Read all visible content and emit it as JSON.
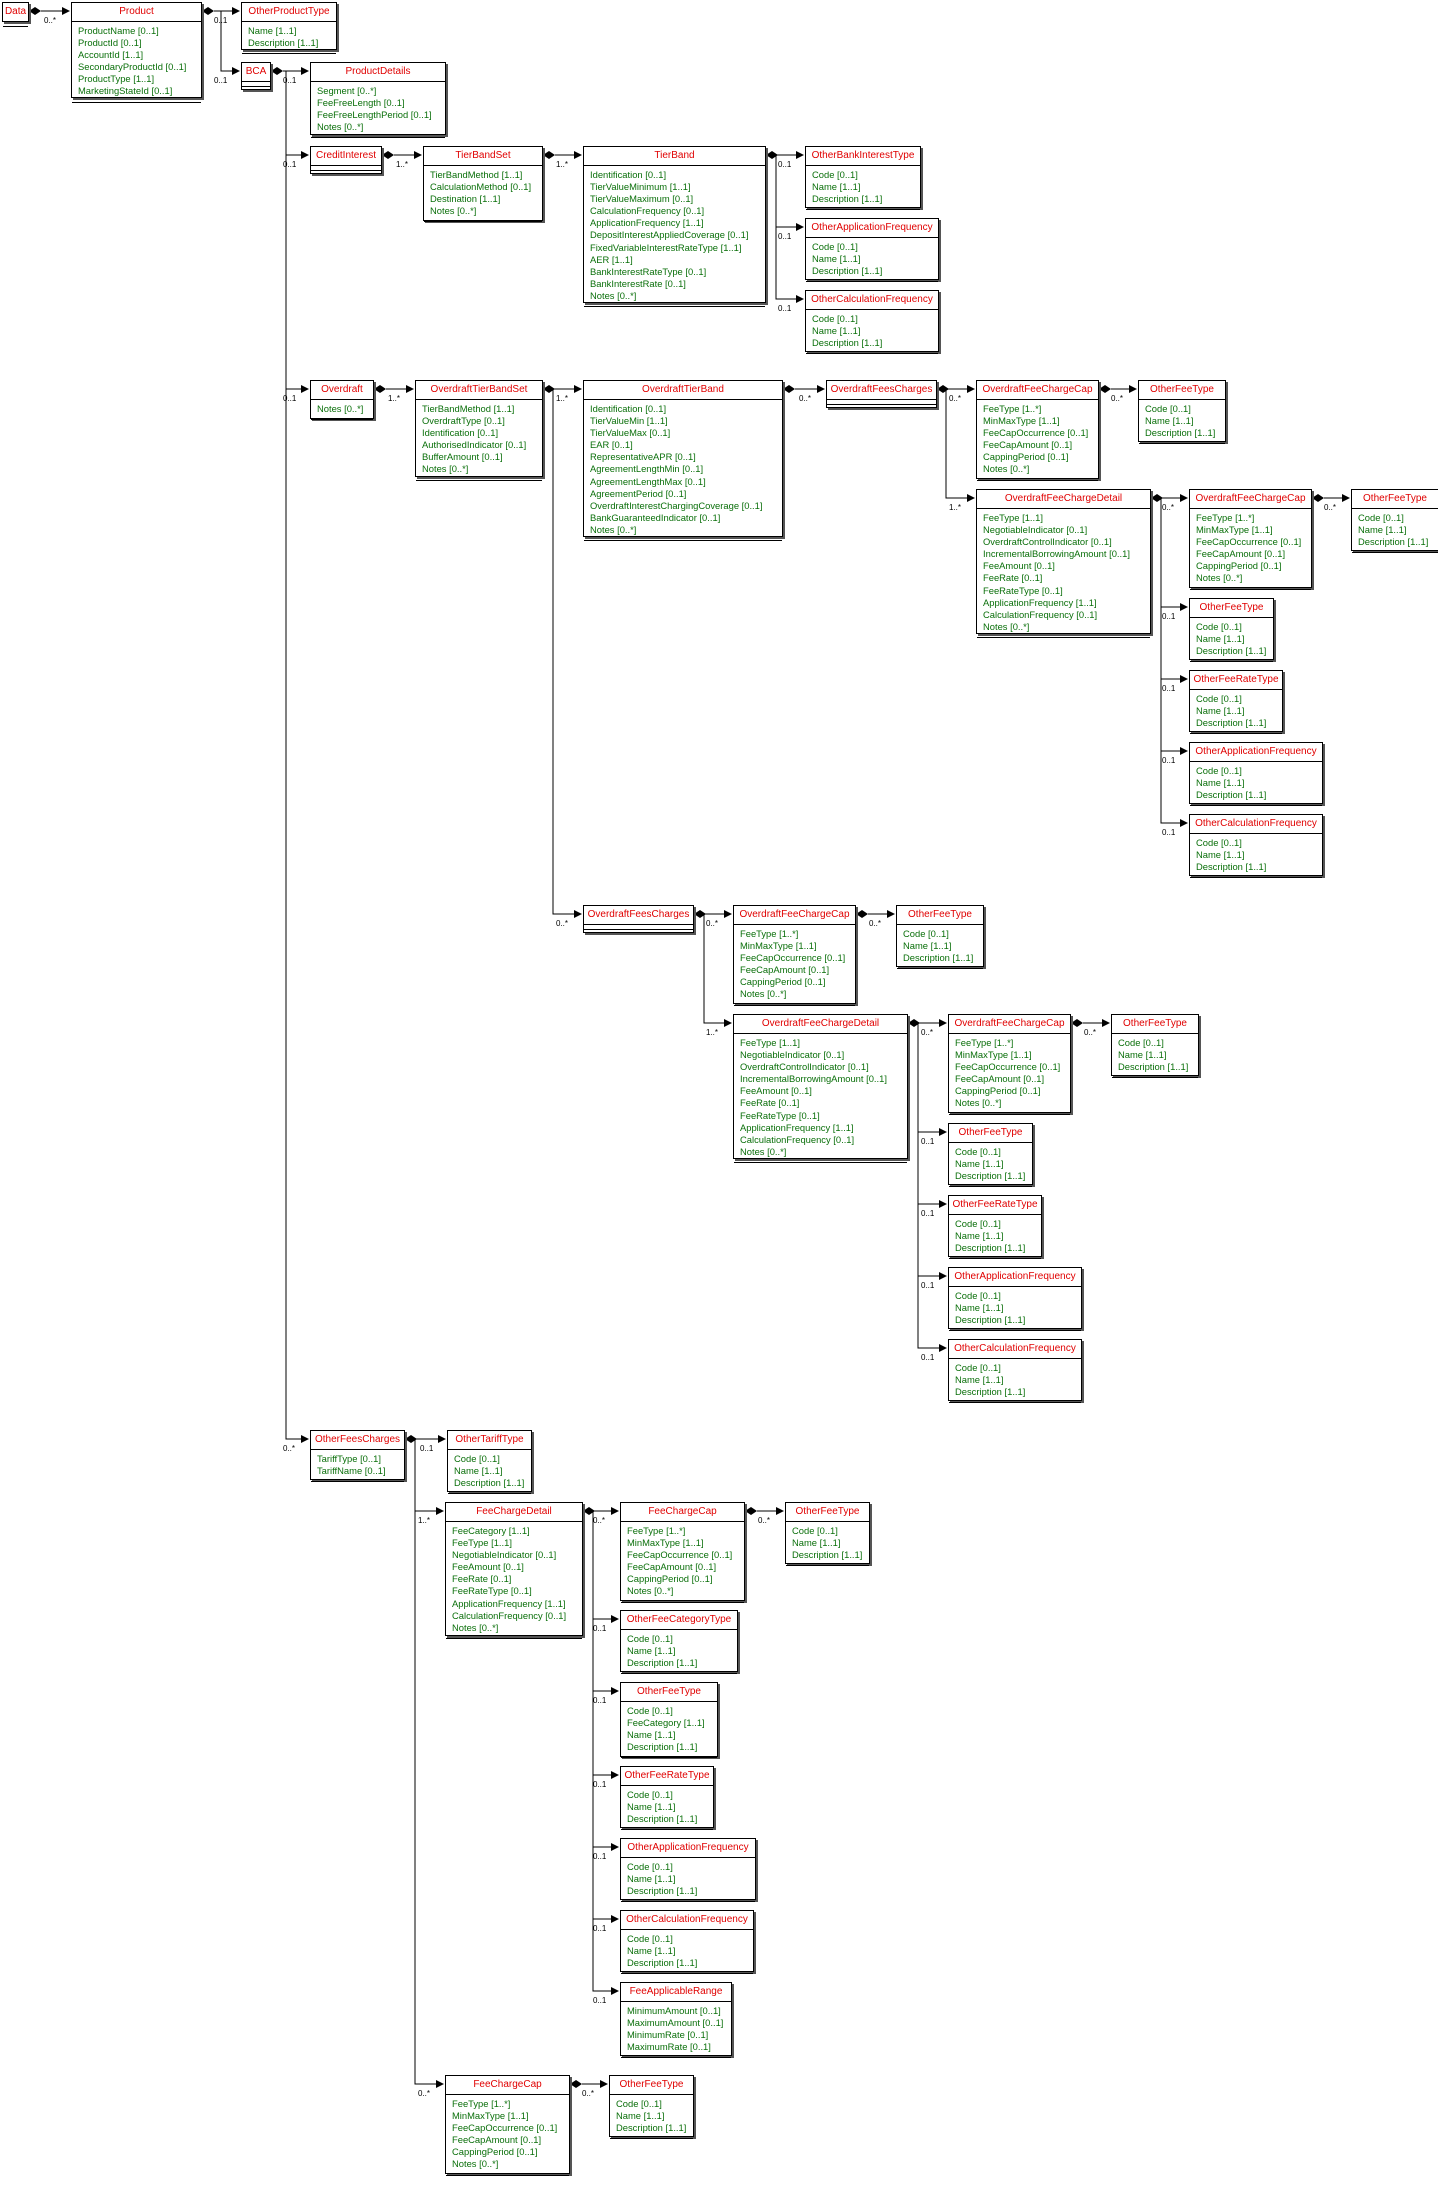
{
  "classes": {
    "data": {
      "name": "Data",
      "attrs": []
    },
    "product": {
      "name": "Product",
      "attrs": [
        "ProductName [0..1]",
        "ProductId [0..1]",
        "AccountId [1..1]",
        "SecondaryProductId [0..1]",
        "ProductType [1..1]",
        "MarketingStateId [0..1]"
      ]
    },
    "other_product_type": {
      "name": "OtherProductType",
      "attrs": [
        "Name [1..1]",
        "Description [1..1]"
      ]
    },
    "bca": {
      "name": "BCA",
      "attrs": []
    },
    "product_details": {
      "name": "ProductDetails",
      "attrs": [
        "Segment [0..*]",
        "FeeFreeLength [0..1]",
        "FeeFreeLengthPeriod [0..1]",
        "Notes [0..*]"
      ]
    },
    "credit_interest": {
      "name": "CreditInterest",
      "attrs": []
    },
    "tier_band_set": {
      "name": "TierBandSet",
      "attrs": [
        "TierBandMethod [1..1]",
        "CalculationMethod [0..1]",
        "Destination [1..1]",
        "Notes [0..*]"
      ]
    },
    "tier_band": {
      "name": "TierBand",
      "attrs": [
        "Identification [0..1]",
        "TierValueMinimum [1..1]",
        "TierValueMaximum [0..1]",
        "CalculationFrequency [0..1]",
        "ApplicationFrequency [1..1]",
        "DepositInterestAppliedCoverage [0..1]",
        "FixedVariableInterestRateType [1..1]",
        "AER [1..1]",
        "BankInterestRateType [0..1]",
        "BankInterestRate [0..1]",
        "Notes [0..*]"
      ]
    },
    "tb_other_bank_interest_type": {
      "name": "OtherBankInterestType",
      "attrs": [
        "Code [0..1]",
        "Name [1..1]",
        "Description [1..1]"
      ]
    },
    "tb_other_app_freq": {
      "name": "OtherApplicationFrequency",
      "attrs": [
        "Code [0..1]",
        "Name [1..1]",
        "Description [1..1]"
      ]
    },
    "tb_other_calc_freq": {
      "name": "OtherCalculationFrequency",
      "attrs": [
        "Code [0..1]",
        "Name [1..1]",
        "Description [1..1]"
      ]
    },
    "overdraft": {
      "name": "Overdraft",
      "attrs": [
        "Notes [0..*]"
      ]
    },
    "od_tier_band_set": {
      "name": "OverdraftTierBandSet",
      "attrs": [
        "TierBandMethod [1..1]",
        "OverdraftType [0..1]",
        "Identification [0..1]",
        "AuthorisedIndicator [0..1]",
        "BufferAmount [0..1]",
        "Notes [0..*]"
      ]
    },
    "od_tier_band": {
      "name": "OverdraftTierBand",
      "attrs": [
        "Identification [0..1]",
        "TierValueMin [1..1]",
        "TierValueMax [0..1]",
        "EAR [0..1]",
        "RepresentativeAPR [0..1]",
        "AgreementLengthMin [0..1]",
        "AgreementLengthMax [0..1]",
        "AgreementPeriod [0..1]",
        "OverdraftInterestChargingCoverage [0..1]",
        "BankGuaranteedIndicator [0..1]",
        "Notes [0..*]"
      ]
    },
    "odtb_fees_charges": {
      "name": "OverdraftFeesCharges",
      "attrs": []
    },
    "odtb_fee_charge_cap": {
      "name": "OverdraftFeeChargeCap",
      "attrs": [
        "FeeType [1..*]",
        "MinMaxType [1..1]",
        "FeeCapOccurrence [0..1]",
        "FeeCapAmount [0..1]",
        "CappingPeriod [0..1]",
        "Notes [0..*]"
      ]
    },
    "odtb_cap_other_fee_type": {
      "name": "OtherFeeType",
      "attrs": [
        "Code [0..1]",
        "Name [1..1]",
        "Description [1..1]"
      ]
    },
    "odtb_fee_charge_detail": {
      "name": "OverdraftFeeChargeDetail",
      "attrs": [
        "FeeType [1..1]",
        "NegotiableIndicator [0..1]",
        "OverdraftControlIndicator [0..1]",
        "IncrementalBorrowingAmount [0..1]",
        "FeeAmount [0..1]",
        "FeeRate [0..1]",
        "FeeRateType [0..1]",
        "ApplicationFrequency [1..1]",
        "CalculationFrequency [0..1]",
        "Notes [0..*]"
      ]
    },
    "odtb_det_fee_charge_cap": {
      "name": "OverdraftFeeChargeCap",
      "attrs": [
        "FeeType [1..*]",
        "MinMaxType [1..1]",
        "FeeCapOccurrence [0..1]",
        "FeeCapAmount [0..1]",
        "CappingPeriod [0..1]",
        "Notes [0..*]"
      ]
    },
    "odtb_det_cap_other_fee_type": {
      "name": "OtherFeeType",
      "attrs": [
        "Code [0..1]",
        "Name [1..1]",
        "Description [1..1]"
      ]
    },
    "odtb_det_other_fee_type": {
      "name": "OtherFeeType",
      "attrs": [
        "Code [0..1]",
        "Name [1..1]",
        "Description [1..1]"
      ]
    },
    "odtb_det_other_fee_rate_type": {
      "name": "OtherFeeRateType",
      "attrs": [
        "Code [0..1]",
        "Name [1..1]",
        "Description [1..1]"
      ]
    },
    "odtb_det_other_app_freq": {
      "name": "OtherApplicationFrequency",
      "attrs": [
        "Code [0..1]",
        "Name [1..1]",
        "Description [1..1]"
      ]
    },
    "odtb_det_other_calc_freq": {
      "name": "OtherCalculationFrequency",
      "attrs": [
        "Code [0..1]",
        "Name [1..1]",
        "Description [1..1]"
      ]
    },
    "od_fees_charges": {
      "name": "OverdraftFeesCharges",
      "attrs": []
    },
    "od_fee_charge_cap": {
      "name": "OverdraftFeeChargeCap",
      "attrs": [
        "FeeType [1..*]",
        "MinMaxType [1..1]",
        "FeeCapOccurrence [0..1]",
        "FeeCapAmount [0..1]",
        "CappingPeriod [0..1]",
        "Notes [0..*]"
      ]
    },
    "od_cap_other_fee_type": {
      "name": "OtherFeeType",
      "attrs": [
        "Code [0..1]",
        "Name [1..1]",
        "Description [1..1]"
      ]
    },
    "od_fee_charge_detail": {
      "name": "OverdraftFeeChargeDetail",
      "attrs": [
        "FeeType [1..1]",
        "NegotiableIndicator [0..1]",
        "OverdraftControlIndicator [0..1]",
        "IncrementalBorrowingAmount [0..1]",
        "FeeAmount [0..1]",
        "FeeRate [0..1]",
        "FeeRateType [0..1]",
        "ApplicationFrequency [1..1]",
        "CalculationFrequency [0..1]",
        "Notes [0..*]"
      ]
    },
    "od_det_fee_charge_cap": {
      "name": "OverdraftFeeChargeCap",
      "attrs": [
        "FeeType [1..*]",
        "MinMaxType [1..1]",
        "FeeCapOccurrence [0..1]",
        "FeeCapAmount [0..1]",
        "CappingPeriod [0..1]",
        "Notes [0..*]"
      ]
    },
    "od_det_cap_other_fee_type": {
      "name": "OtherFeeType",
      "attrs": [
        "Code [0..1]",
        "Name [1..1]",
        "Description [1..1]"
      ]
    },
    "od_det_other_fee_type": {
      "name": "OtherFeeType",
      "attrs": [
        "Code [0..1]",
        "Name [1..1]",
        "Description [1..1]"
      ]
    },
    "od_det_other_fee_rate_type": {
      "name": "OtherFeeRateType",
      "attrs": [
        "Code [0..1]",
        "Name [1..1]",
        "Description [1..1]"
      ]
    },
    "od_det_other_app_freq": {
      "name": "OtherApplicationFrequency",
      "attrs": [
        "Code [0..1]",
        "Name [1..1]",
        "Description [1..1]"
      ]
    },
    "od_det_other_calc_freq": {
      "name": "OtherCalculationFrequency",
      "attrs": [
        "Code [0..1]",
        "Name [1..1]",
        "Description [1..1]"
      ]
    },
    "other_fees_charges": {
      "name": "OtherFeesCharges",
      "attrs": [
        "TariffType [0..1]",
        "TariffName [0..1]"
      ]
    },
    "other_tariff_type": {
      "name": "OtherTariffType",
      "attrs": [
        "Code [0..1]",
        "Name [1..1]",
        "Description [1..1]"
      ]
    },
    "fee_charge_detail": {
      "name": "FeeChargeDetail",
      "attrs": [
        "FeeCategory [1..1]",
        "FeeType [1..1]",
        "NegotiableIndicator [0..1]",
        "FeeAmount [0..1]",
        "FeeRate [0..1]",
        "FeeRateType [0..1]",
        "ApplicationFrequency [1..1]",
        "CalculationFrequency [0..1]",
        "Notes [0..*]"
      ]
    },
    "fcd_fee_charge_cap": {
      "name": "FeeChargeCap",
      "attrs": [
        "FeeType [1..*]",
        "MinMaxType [1..1]",
        "FeeCapOccurrence [0..1]",
        "FeeCapAmount [0..1]",
        "CappingPeriod [0..1]",
        "Notes [0..*]"
      ]
    },
    "fcd_cap_other_fee_type": {
      "name": "OtherFeeType",
      "attrs": [
        "Code [0..1]",
        "Name [1..1]",
        "Description [1..1]"
      ]
    },
    "fcd_other_fee_category_type": {
      "name": "OtherFeeCategoryType",
      "attrs": [
        "Code [0..1]",
        "Name [1..1]",
        "Description [1..1]"
      ]
    },
    "fcd_other_fee_type": {
      "name": "OtherFeeType",
      "attrs": [
        "Code [0..1]",
        "FeeCategory [1..1]",
        "Name [1..1]",
        "Description [1..1]"
      ]
    },
    "fcd_other_fee_rate_type": {
      "name": "OtherFeeRateType",
      "attrs": [
        "Code [0..1]",
        "Name [1..1]",
        "Description [1..1]"
      ]
    },
    "fcd_other_app_freq": {
      "name": "OtherApplicationFrequency",
      "attrs": [
        "Code [0..1]",
        "Name [1..1]",
        "Description [1..1]"
      ]
    },
    "fcd_other_calc_freq": {
      "name": "OtherCalculationFrequency",
      "attrs": [
        "Code [0..1]",
        "Name [1..1]",
        "Description [1..1]"
      ]
    },
    "fee_applicable_range": {
      "name": "FeeApplicableRange",
      "attrs": [
        "MinimumAmount [0..1]",
        "MaximumAmount [0..1]",
        "MinimumRate [0..1]",
        "MaximumRate [0..1]"
      ]
    },
    "ofc_fee_charge_cap": {
      "name": "FeeChargeCap",
      "attrs": [
        "FeeType [1..*]",
        "MinMaxType [1..1]",
        "FeeCapOccurrence [0..1]",
        "FeeCapAmount [0..1]",
        "CappingPeriod [0..1]",
        "Notes [0..*]"
      ]
    },
    "ofc_cap_other_fee_type": {
      "name": "OtherFeeType",
      "attrs": [
        "Code [0..1]",
        "Name [1..1]",
        "Description [1..1]"
      ]
    }
  },
  "multiplicities": {
    "zero_many": "0..*",
    "zero_one": "0..1",
    "one_many": "1..*"
  },
  "colors": {
    "class_name": "#e00000",
    "attribute": "#0a6f0a",
    "border": "#000000"
  }
}
